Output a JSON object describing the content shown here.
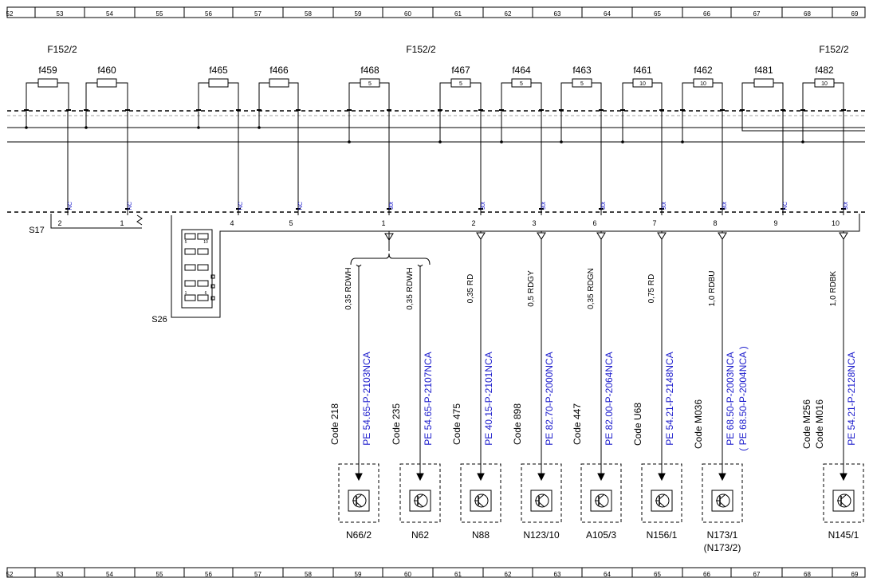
{
  "ruler": [
    "52",
    "53",
    "54",
    "55",
    "56",
    "57",
    "58",
    "59",
    "60",
    "61",
    "62",
    "63",
    "64",
    "65",
    "66",
    "67",
    "68",
    "69"
  ],
  "fuse_box_left": "F152/2",
  "fuse_box_center": "F152/2",
  "fuse_box_right": "F152/2",
  "fuses": [
    {
      "name": "f459",
      "rating": ""
    },
    {
      "name": "f460",
      "rating": ""
    },
    {
      "name": "f465",
      "rating": ""
    },
    {
      "name": "f466",
      "rating": ""
    },
    {
      "name": "f468",
      "rating": "5"
    },
    {
      "name": "f467",
      "rating": "5"
    },
    {
      "name": "f464",
      "rating": "5"
    },
    {
      "name": "f463",
      "rating": "5"
    },
    {
      "name": "f461",
      "rating": "10"
    },
    {
      "name": "f462",
      "rating": "10"
    },
    {
      "name": "f481",
      "rating": ""
    },
    {
      "name": "f482",
      "rating": "10"
    }
  ],
  "conn_s17": {
    "label": "S17",
    "pins": [
      {
        "num": "2",
        "tag": "NC"
      },
      {
        "num": "1",
        "tag": "NC"
      },
      {
        "num": "4",
        "tag": "NC"
      },
      {
        "num": "5",
        "tag": "NC"
      },
      {
        "num": "1",
        "tag": "30t"
      },
      {
        "num": "2",
        "tag": "30t"
      },
      {
        "num": "3",
        "tag": "30t"
      },
      {
        "num": "6",
        "tag": "30t"
      },
      {
        "num": "7",
        "tag": "30t"
      },
      {
        "num": "8",
        "tag": "30t"
      },
      {
        "num": "9",
        "tag": "NC"
      },
      {
        "num": "10",
        "tag": "30t"
      }
    ]
  },
  "conn_s26": {
    "label": "S26",
    "pin_a": "5",
    "pin_b": "10",
    "pin_c": "1",
    "pin_d": "6"
  },
  "wires": [
    {
      "spec": "0,35 RDWH",
      "code": "Code 218",
      "code2": "",
      "pe": "PE 54.65-P-2103NCA",
      "pe2": "",
      "component": "N66/2",
      "component2": ""
    },
    {
      "spec": "0,35 RDWH",
      "code": "Code 235",
      "code2": "",
      "pe": "PE 54.65-P-2107NCA",
      "pe2": "",
      "component": "N62",
      "component2": ""
    },
    {
      "spec": "0,35 RD",
      "code": "Code 475",
      "code2": "",
      "pe": "PE 40.15-P-2101NCA",
      "pe2": "",
      "component": "N88",
      "component2": ""
    },
    {
      "spec": "0,5 RDGY",
      "code": "Code 898",
      "code2": "",
      "pe": "PE 82.70-P-2000NCA",
      "pe2": "",
      "component": "N123/10",
      "component2": ""
    },
    {
      "spec": "0,35 RDGN",
      "code": "Code 447",
      "code2": "",
      "pe": "PE 82.00-P-2064NCA",
      "pe2": "",
      "component": "A105/3",
      "component2": ""
    },
    {
      "spec": "0,75 RD",
      "code": "Code U68",
      "code2": "",
      "pe": "PE 54.21-P-2148NCA",
      "pe2": "",
      "component": "N156/1",
      "component2": ""
    },
    {
      "spec": "1,0 RDBU",
      "code": "Code M036",
      "code2": "",
      "pe": "PE 68.50-P-2003NCA",
      "pe2": "( PE 68.50-P-2004NCA  )",
      "component": "N173/1",
      "component2": "(N173/2)"
    },
    {
      "spec": "1,0 RDBK",
      "code": "Code M016",
      "code2": "Code M256",
      "pe": "PE 54.21-P-2128NCA",
      "pe2": "",
      "component": "N145/1",
      "component2": ""
    }
  ],
  "colors": {
    "line": "#000000",
    "link": "#1a1acc",
    "dash_grey": "#a0a0a0"
  }
}
